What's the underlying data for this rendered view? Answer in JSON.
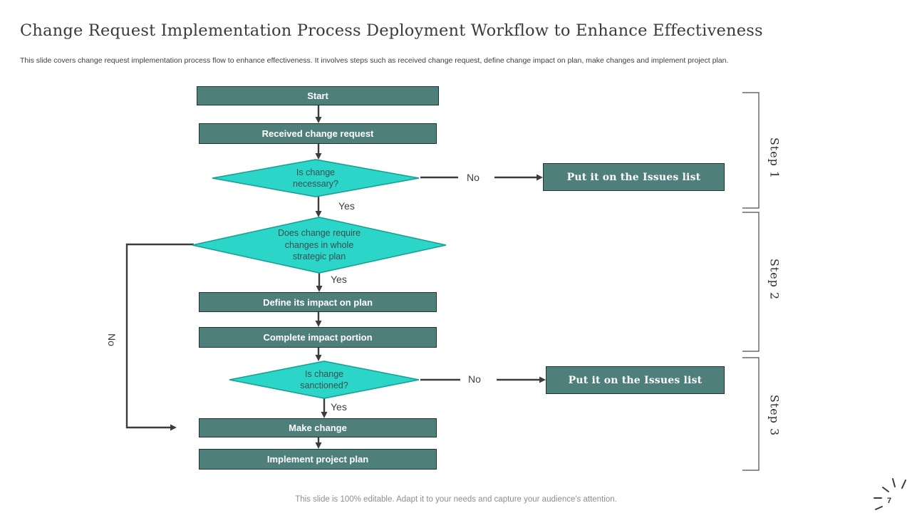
{
  "slide": {
    "title": "Change Request Implementation Process Deployment Workflow to Enhance Effectiveness",
    "subtitle": "This slide covers change request implementation process flow to enhance effectiveness. It involves steps such as received change request, define change impact on plan, make changes and implement project plan.",
    "footer": "This slide is 100% editable. Adapt it to your needs and capture your audience's attention.",
    "page_number": "7"
  },
  "colors": {
    "box_fill": "#4e7f7b",
    "box_border": "#1e3432",
    "diamond_fill": "#2bd6c8",
    "diamond_border": "#17a094",
    "arrow": "#3c3c3c"
  },
  "flowchart": {
    "boxes": {
      "start": "Start",
      "received": "Received change request",
      "define": "Define its impact on plan",
      "complete": "Complete impact portion",
      "make": "Make change",
      "implement": "Implement project plan",
      "issues1": "Put it on the Issues list",
      "issues2": "Put it on the Issues list"
    },
    "diamonds": {
      "necessary": "Is change necessary?",
      "require": "Does change require changes in whole strategic plan",
      "sanctioned": "Is change sanctioned?"
    },
    "labels": {
      "yes1": "Yes",
      "yes2": "Yes",
      "yes3": "Yes",
      "no1": "No",
      "no2": "No",
      "no_left": "No"
    }
  },
  "steps": {
    "step1": "Step 1",
    "step2": "Step 2",
    "step3": "Step 3"
  }
}
